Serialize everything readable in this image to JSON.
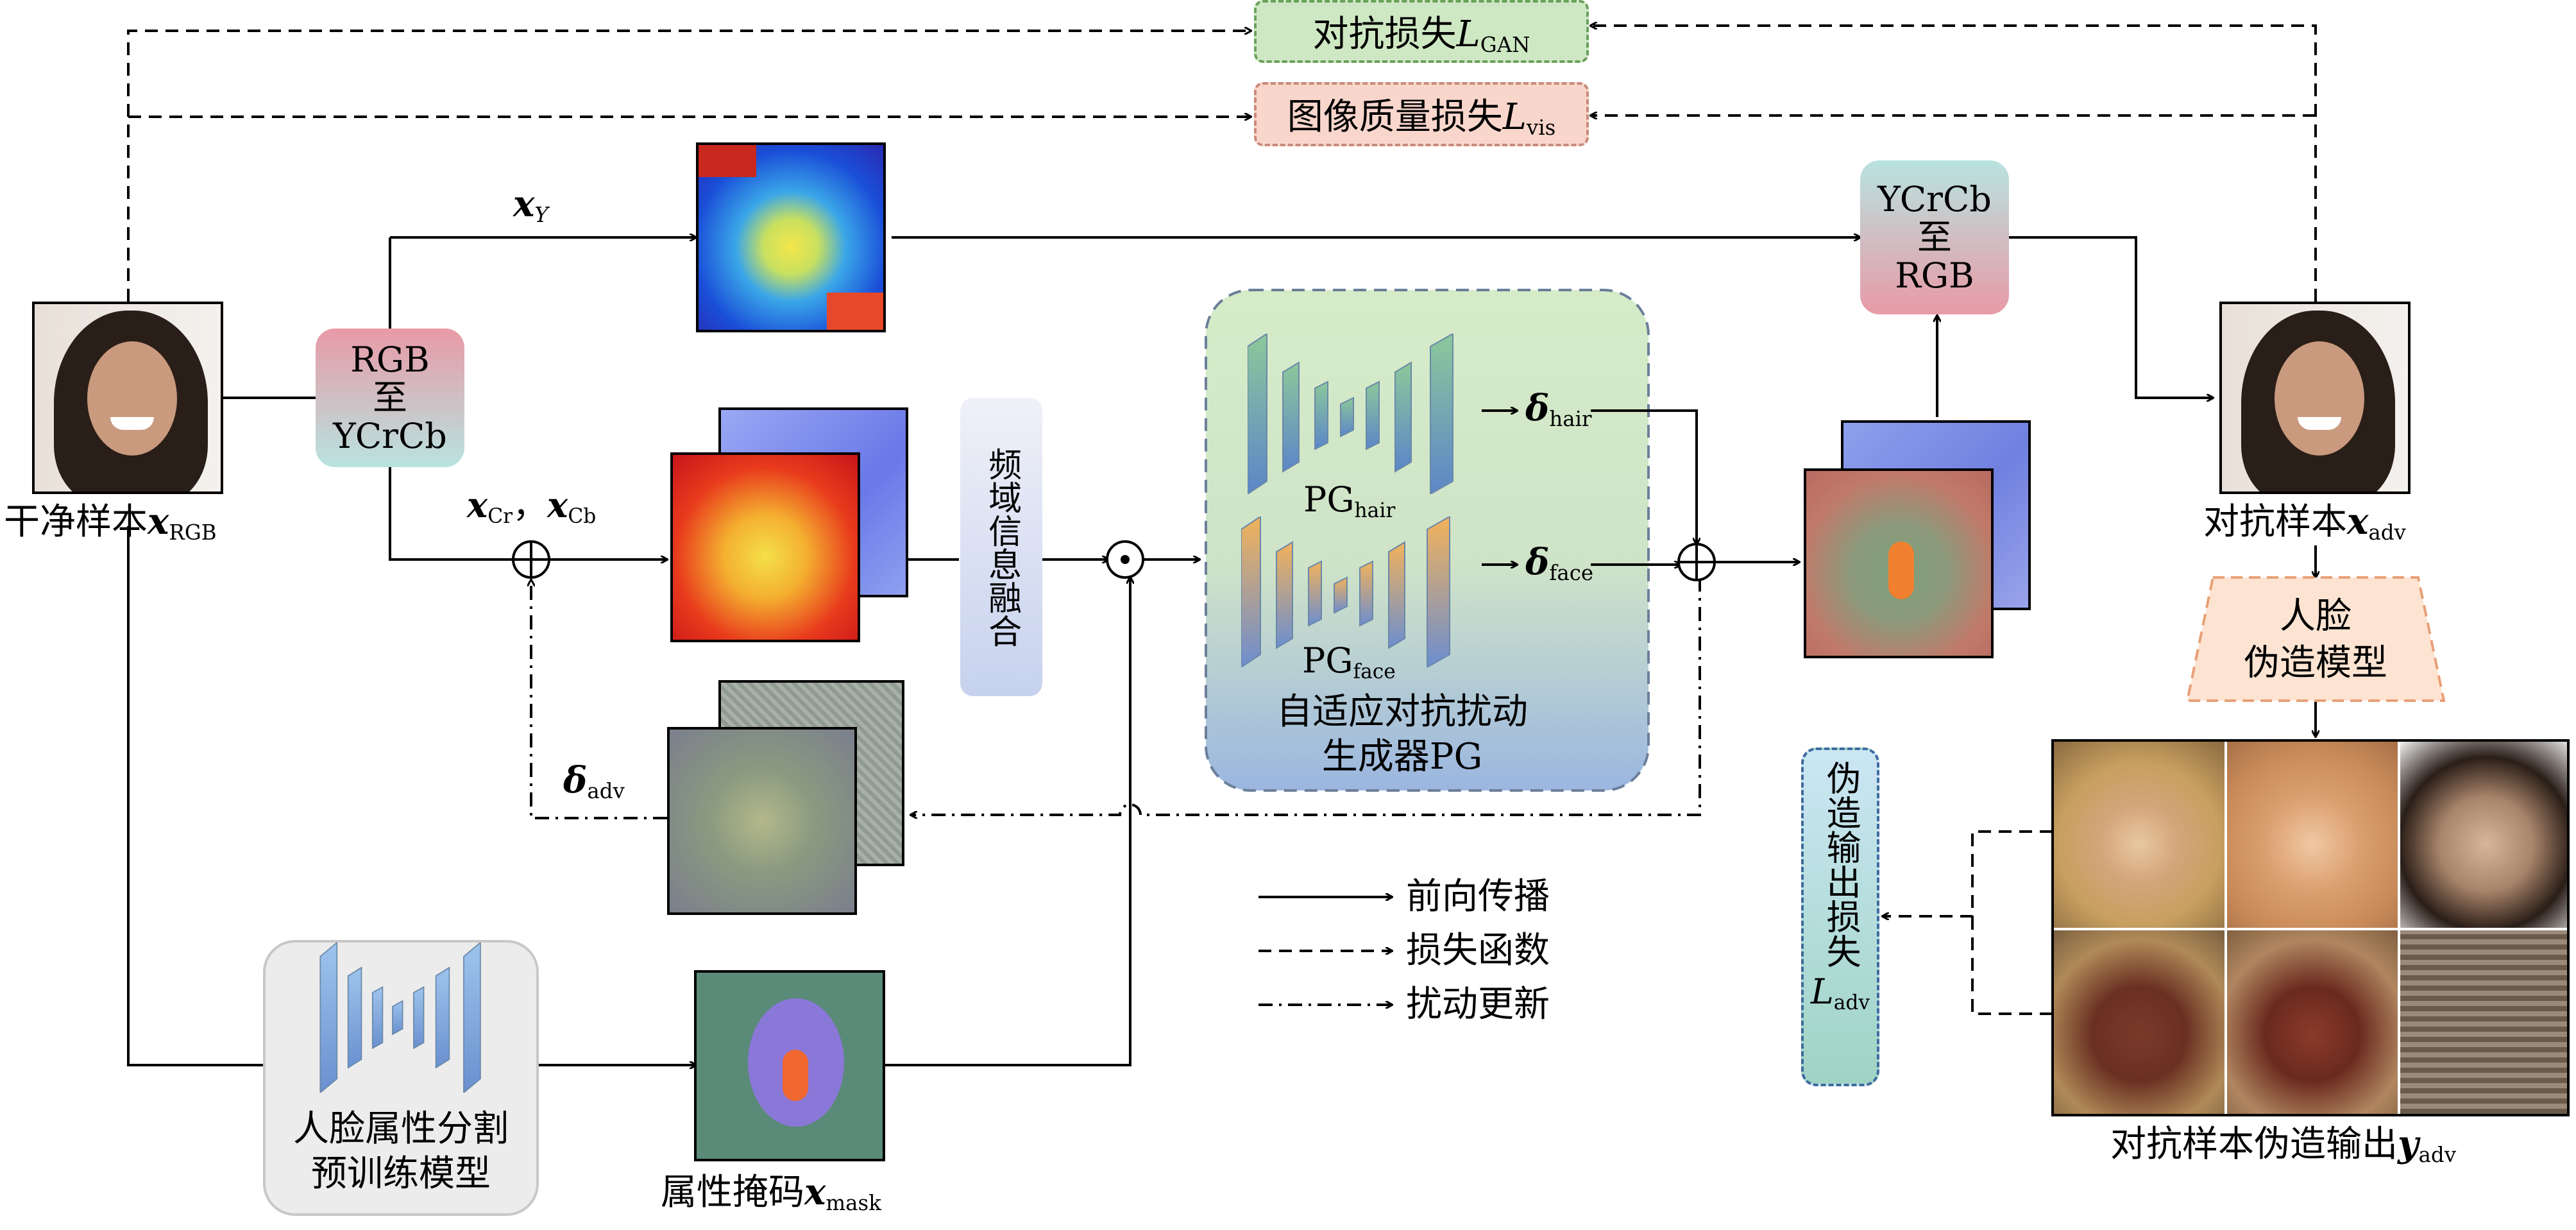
{
  "losses": {
    "gan": {
      "prefix": "对抗损失",
      "symbol": "L",
      "sub": "GAN"
    },
    "vis": {
      "prefix": "图像质量损失",
      "symbol": "L",
      "sub": "vis"
    },
    "adv": {
      "text": "伪造输出损失",
      "symbol": "L",
      "sub": "adv"
    }
  },
  "input": {
    "caption": "干净样本",
    "symbol": "x",
    "sub": "RGB"
  },
  "convert1": {
    "line1": "RGB",
    "line2": "至",
    "line3": "YCrCb"
  },
  "convert2": {
    "line1": "YCrCb",
    "line2": "至",
    "line3": "RGB"
  },
  "xy": {
    "symbol": "x",
    "sub": "Y"
  },
  "xcrcb": {
    "sym1": "x",
    "sub1": "Cr",
    "sep": "，",
    "sym2": "x",
    "sub2": "Cb"
  },
  "fusion": {
    "text": "频域信息融合"
  },
  "generator": {
    "pg_hair": {
      "text": "PG",
      "sub": "hair"
    },
    "pg_face": {
      "text": "PG",
      "sub": "face"
    },
    "delta_hair": {
      "symbol": "δ",
      "sub": "hair"
    },
    "delta_face": {
      "symbol": "δ",
      "sub": "face"
    },
    "caption_line1": "自适应对抗扰动",
    "caption_line2": "生成器PG"
  },
  "delta_adv": {
    "symbol": "δ",
    "sub": "adv"
  },
  "segmentation": {
    "line1": "人脸属性分割",
    "line2": "预训练模型"
  },
  "mask": {
    "caption": "属性掩码",
    "symbol": "x",
    "sub": "mask"
  },
  "adversarial": {
    "caption": "对抗样本",
    "symbol": "x",
    "sub": "adv"
  },
  "forgery_model": {
    "line1": "人脸",
    "line2": "伪造模型"
  },
  "forgery_output": {
    "caption": "对抗样本伪造输出",
    "symbol": "y",
    "sub": "adv"
  },
  "legend": {
    "forward": "前向传播",
    "loss": "损失函数",
    "update": "扰动更新"
  },
  "operators": {
    "add": "⊕",
    "mul": "⊙"
  },
  "colors": {
    "loss_gan": "#cfe8c4",
    "loss_vis": "#f9d6cc",
    "generator_top": "#d6ecc8",
    "generator_bottom": "#9bb6e0",
    "convert_top": "#e89aa6",
    "convert_bottom": "#b8e3e0"
  }
}
